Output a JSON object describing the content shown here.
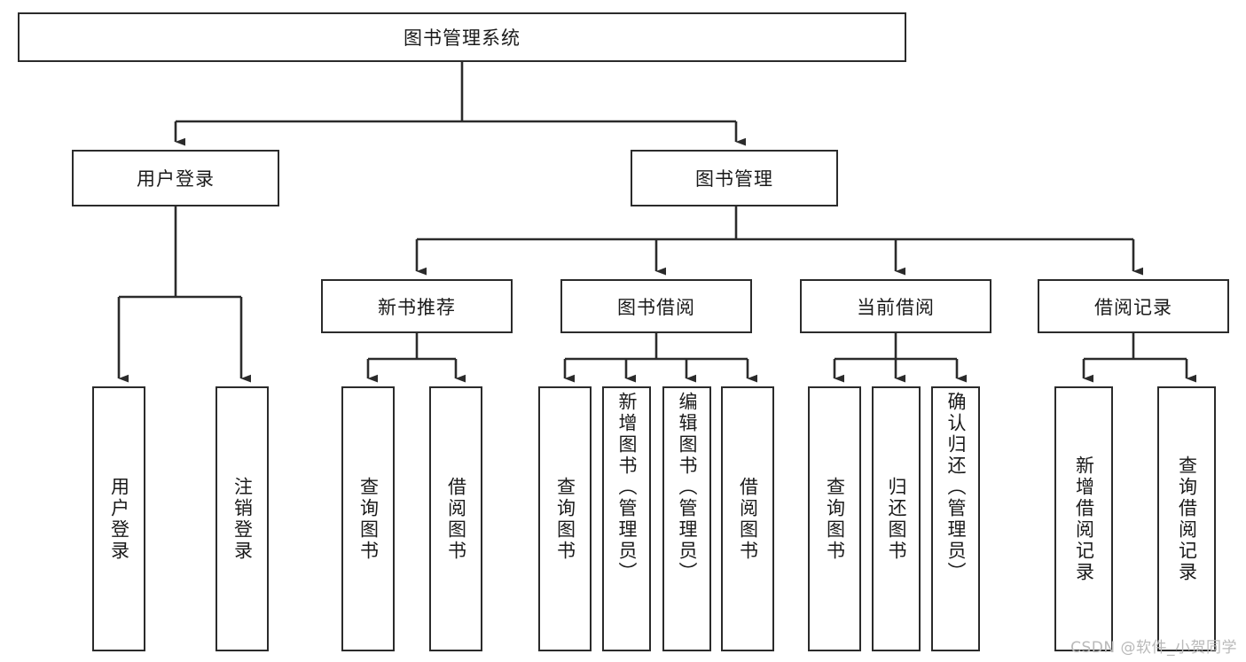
{
  "diagram": {
    "title_text": "图书管理系统",
    "type": "tree-hierarchy-diagram",
    "watermark": "CSDN @软件_小贺同学",
    "colors": {
      "box_border": "#2b2b2b",
      "box_fill": "#ffffff",
      "connector": "#2b2b2b",
      "text": "#1a1a1a",
      "watermark": "#b9b9b9",
      "background": "#ffffff"
    },
    "nodes": {
      "root": {
        "label": "图书管理系统"
      },
      "level2": [
        {
          "label": "用户登录"
        },
        {
          "label": "图书管理"
        }
      ],
      "level3": [
        {
          "label": "新书推荐"
        },
        {
          "label": "图书借阅"
        },
        {
          "label": "当前借阅"
        },
        {
          "label": "借阅记录"
        }
      ],
      "leaves": {
        "user_login": [
          {
            "label": "用户登录"
          },
          {
            "label": "注销登录"
          }
        ],
        "new_book_recommend": [
          {
            "label": "查询图书"
          },
          {
            "label": "借阅图书"
          }
        ],
        "book_borrow": [
          {
            "label": "查询图书"
          },
          {
            "label": "新增图书（管理员）"
          },
          {
            "label": "编辑图书（管理员）"
          },
          {
            "label": "借阅图书"
          }
        ],
        "current_borrow": [
          {
            "label": "查询图书"
          },
          {
            "label": "归还图书"
          },
          {
            "label": "确认归还（管理员）"
          }
        ],
        "borrow_record": [
          {
            "label": "新增借阅记录"
          },
          {
            "label": "查询借阅记录"
          }
        ]
      }
    }
  }
}
